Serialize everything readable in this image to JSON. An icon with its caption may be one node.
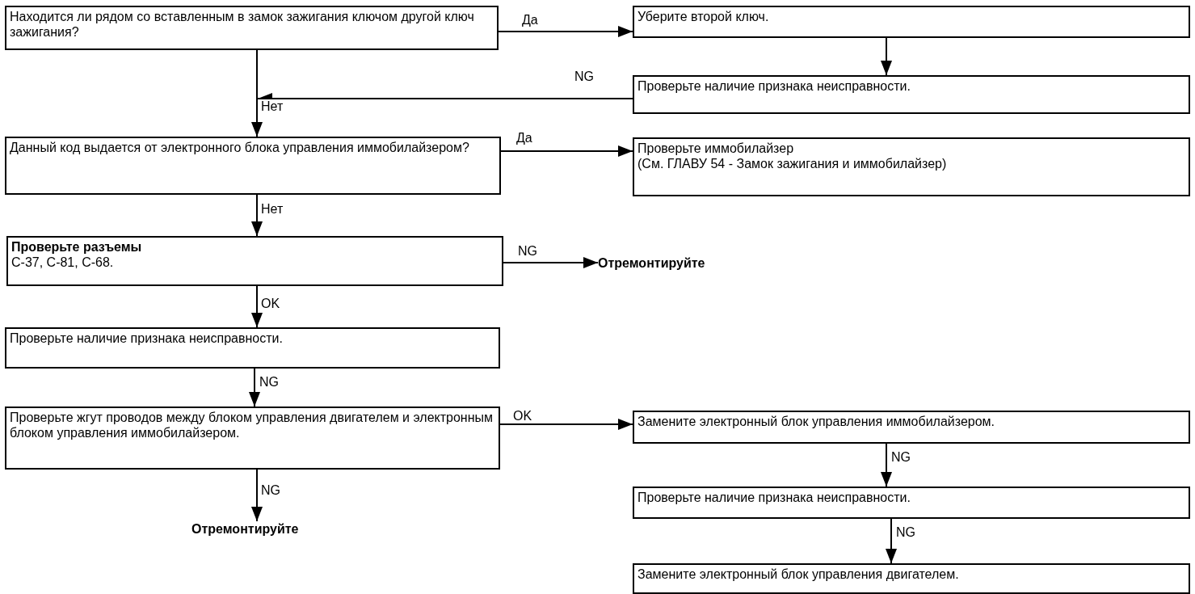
{
  "diagram": {
    "nodes": [
      {
        "text": [
          "Находится ли рядом со вставленным в замок зажигания ключом другой ключ зажигания?"
        ]
      },
      {
        "text": [
          "Уберите второй ключ."
        ]
      },
      {
        "text": [
          "Проверьте наличие признака неисправности."
        ]
      },
      {
        "text": [
          "Данный код выдается от электронного блока управления иммобилайзером?"
        ]
      },
      {
        "text": [
          "Проверьте иммобилайзер",
          "(См. ГЛАВУ 54 - Замок зажигания и иммобилайзер)"
        ]
      },
      {
        "text": [
          "Проверьте разъемы",
          "C-37, C-81, C-68."
        ]
      },
      {
        "text": [
          "Отремонтируйте"
        ]
      },
      {
        "text": [
          "Проверьте наличие признака неисправности."
        ]
      },
      {
        "text": [
          "Проверьте жгут проводов между блоком управления двигателем и электронным блоком управления иммобилайзером."
        ]
      },
      {
        "text": [
          "Отремонтируйте"
        ]
      },
      {
        "text": [
          "Замените электронный блок управления иммобилайзером."
        ]
      },
      {
        "text": [
          "Проверьте наличие признака неисправности."
        ]
      },
      {
        "text": [
          "Замените электронный блок управления двигателем."
        ]
      }
    ],
    "edges": [
      {
        "from": 0,
        "to": 1,
        "arrow": "to",
        "label": "Да"
      },
      {
        "from": 1,
        "to": 2,
        "arrow": "to"
      },
      {
        "from": 2,
        "to": 3,
        "arrow": "to",
        "label": "NG"
      },
      {
        "from": 0,
        "to": 3,
        "arrow": "to",
        "label": "Нет"
      },
      {
        "from": 3,
        "to": 4,
        "arrow": "to",
        "label": "Да"
      },
      {
        "from": 3,
        "to": 5,
        "arrow": "to",
        "label": "Нет"
      },
      {
        "from": 5,
        "to": 6,
        "arrow": "to",
        "label": "NG"
      },
      {
        "from": 5,
        "to": 7,
        "arrow": "to",
        "label": "OK"
      },
      {
        "from": 7,
        "to": 8,
        "arrow": "to",
        "label": "NG"
      },
      {
        "from": 8,
        "to": 10,
        "arrow": "to",
        "label": "OK"
      },
      {
        "from": 8,
        "to": 9,
        "arrow": "to",
        "label": "NG"
      },
      {
        "from": 10,
        "to": 11,
        "arrow": "to",
        "label": "NG"
      },
      {
        "from": 11,
        "to": 12,
        "arrow": "to",
        "label": "NG"
      }
    ]
  }
}
